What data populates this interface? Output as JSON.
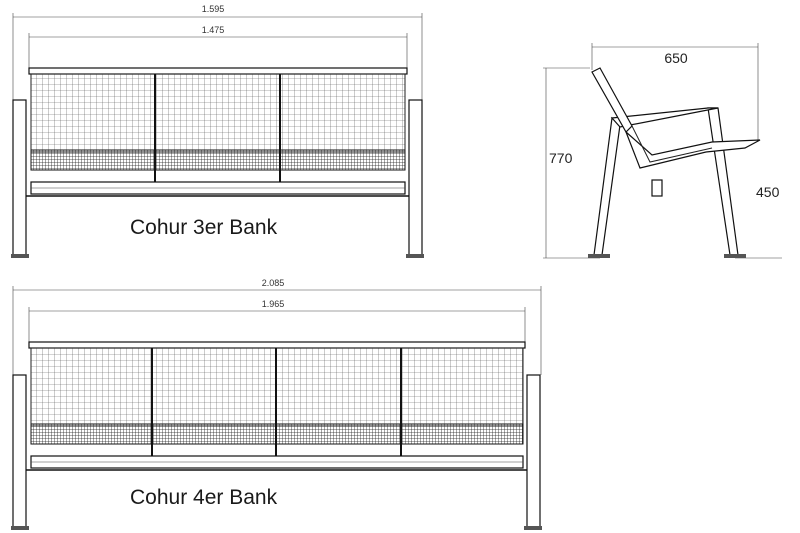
{
  "bench_3er": {
    "title": "Cohur 3er Bank",
    "overall_width": "1.595",
    "seat_width": "1.475"
  },
  "bench_4er": {
    "title": "Cohur 4er Bank",
    "overall_width": "2.085",
    "seat_width": "1.965"
  },
  "side_view": {
    "depth": "650",
    "height": "770",
    "seat_height": "450"
  }
}
